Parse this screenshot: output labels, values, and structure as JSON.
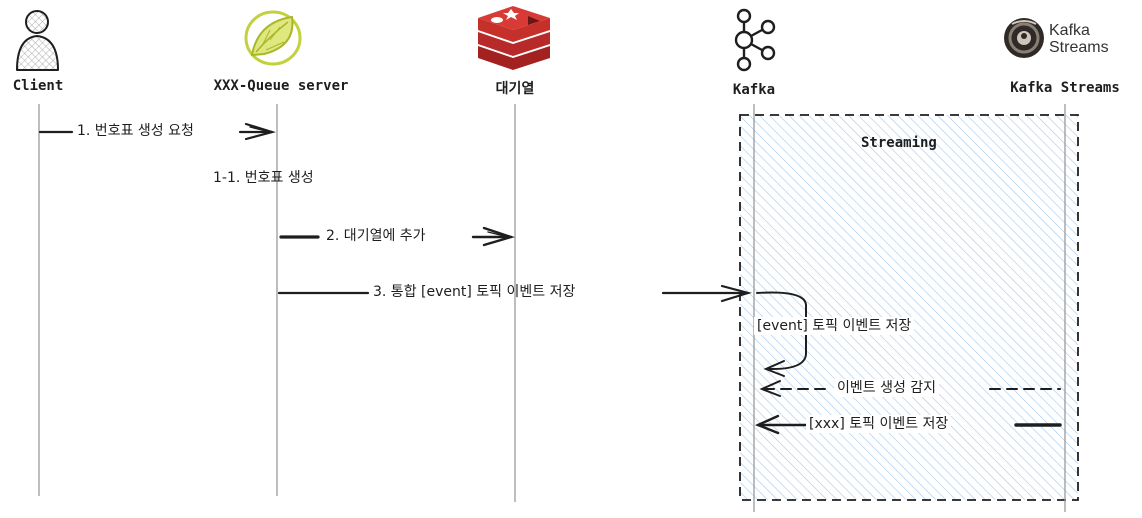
{
  "participants": [
    {
      "id": "client",
      "label": "Client",
      "icon": "user-icon"
    },
    {
      "id": "queue-server",
      "label": "XXX-Queue server",
      "icon": "leaf-icon"
    },
    {
      "id": "waiting-queue",
      "label": "대기열",
      "icon": "redis-icon"
    },
    {
      "id": "kafka",
      "label": "Kafka",
      "icon": "kafka-icon"
    },
    {
      "id": "kafka-streams",
      "label": "Kafka Streams",
      "icon": "kafka-streams-icon"
    }
  ],
  "kafka_streams_brand": {
    "line1": "Kafka",
    "line2": "Streams"
  },
  "group": {
    "title": "Streaming"
  },
  "messages": [
    {
      "id": "m1",
      "label": "1. 번호표 생성 요청"
    },
    {
      "id": "m1_1",
      "label": "1-1. 번호표 생성"
    },
    {
      "id": "m2",
      "label": "2. 대기열에 추가"
    },
    {
      "id": "m3",
      "label": "3. 통합 [event] 토픽 이벤트 저장"
    },
    {
      "id": "m4",
      "label": "[event] 토픽 이벤트 저장"
    },
    {
      "id": "m5",
      "label": "이벤트 생성 감지"
    },
    {
      "id": "m6",
      "label": "[xxx] 토픽 이벤트 저장"
    }
  ],
  "colors": {
    "line": "#1e1e1e",
    "group_hatch": "#a5c8ec",
    "leaf": "#c3d13f",
    "redis": "#c6302b"
  }
}
